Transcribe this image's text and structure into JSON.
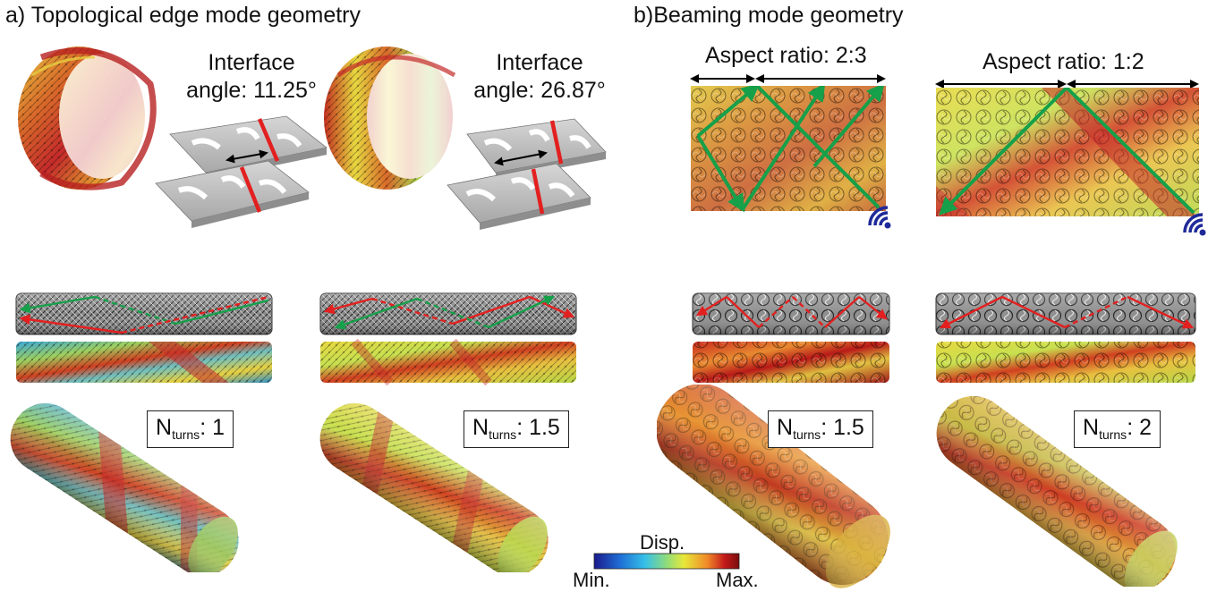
{
  "panel_a": {
    "title": "a) Topological edge mode geometry",
    "interface_1": {
      "line1": "Interface",
      "line2": "angle: 11.25°"
    },
    "interface_2": {
      "line1": "Interface",
      "line2": "angle: 26.87°"
    },
    "turns_1": {
      "label": "N",
      "sub": "turns",
      "value": ": 1"
    },
    "turns_2": {
      "label": "N",
      "sub": "turns",
      "value": ": 1.5"
    }
  },
  "panel_b": {
    "title": "b)Beaming mode geometry",
    "aspect_1": "Aspect ratio: 2:3",
    "aspect_2": "Aspect ratio: 1:2",
    "turns_1": {
      "label": "N",
      "sub": "turns",
      "value": ": 1.5"
    },
    "turns_2": {
      "label": "N",
      "sub": "turns",
      "value": ": 2"
    }
  },
  "colorbar": {
    "title": "Disp.",
    "min_label": "Min.",
    "max_label": "Max.",
    "colors": [
      "#1a1a8c",
      "#1f6fd6",
      "#35c0e8",
      "#8fdc7a",
      "#e8e83a",
      "#f08a28",
      "#c41a1a",
      "#7a0d0d"
    ]
  },
  "colors": {
    "arrow_green": "#16a04a",
    "arrow_red": "#e32020",
    "arrow_black": "#000000",
    "source_icon": "#1f2a9a",
    "interface_line": "#e32020"
  }
}
